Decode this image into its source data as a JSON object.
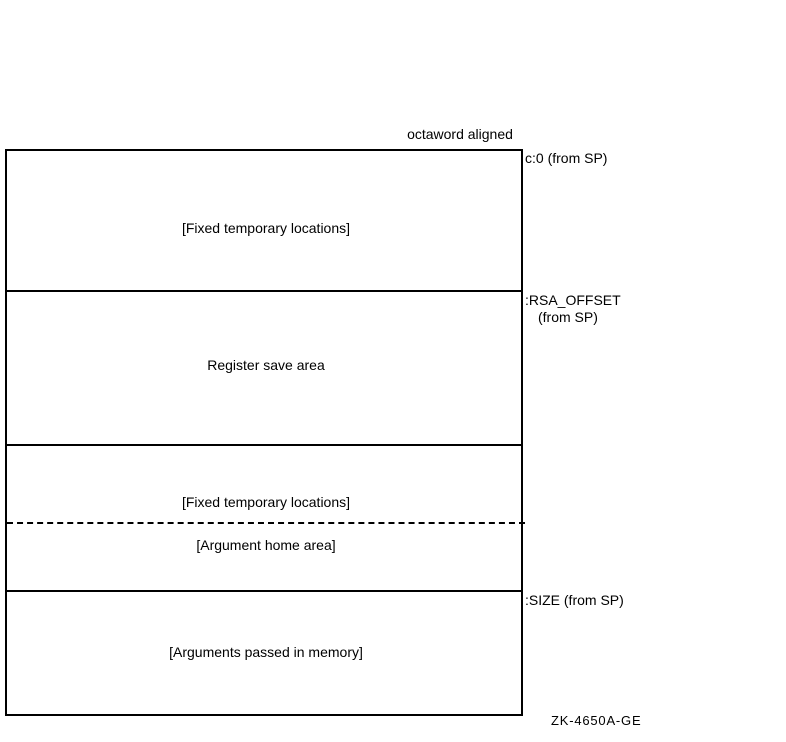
{
  "figure": {
    "id_label": "ZK-4650A-GE",
    "top_annotation": "octaword aligned",
    "regions": [
      {
        "name": "fixed-temporary-locations-upper",
        "label": "[Fixed temporary locations]"
      },
      {
        "name": "register-save-area",
        "label": "Register save area"
      },
      {
        "name": "fixed-temporary-locations-lower",
        "label": "[Fixed temporary locations]"
      },
      {
        "name": "argument-home-area",
        "label": "[Argument home area]"
      },
      {
        "name": "arguments-passed-in-memory",
        "label": "[Arguments passed in memory]"
      }
    ],
    "offset_notes": [
      {
        "name": "offset-zero",
        "label": "c:0 (from SP)"
      },
      {
        "name": "offset-rsa",
        "label": ":RSA_OFFSET",
        "sub_label": "(from SP)"
      },
      {
        "name": "offset-size",
        "label": ":SIZE (from SP)"
      }
    ]
  },
  "colors": {
    "stroke": "#000000",
    "background": "#ffffff",
    "text": "#000000"
  }
}
